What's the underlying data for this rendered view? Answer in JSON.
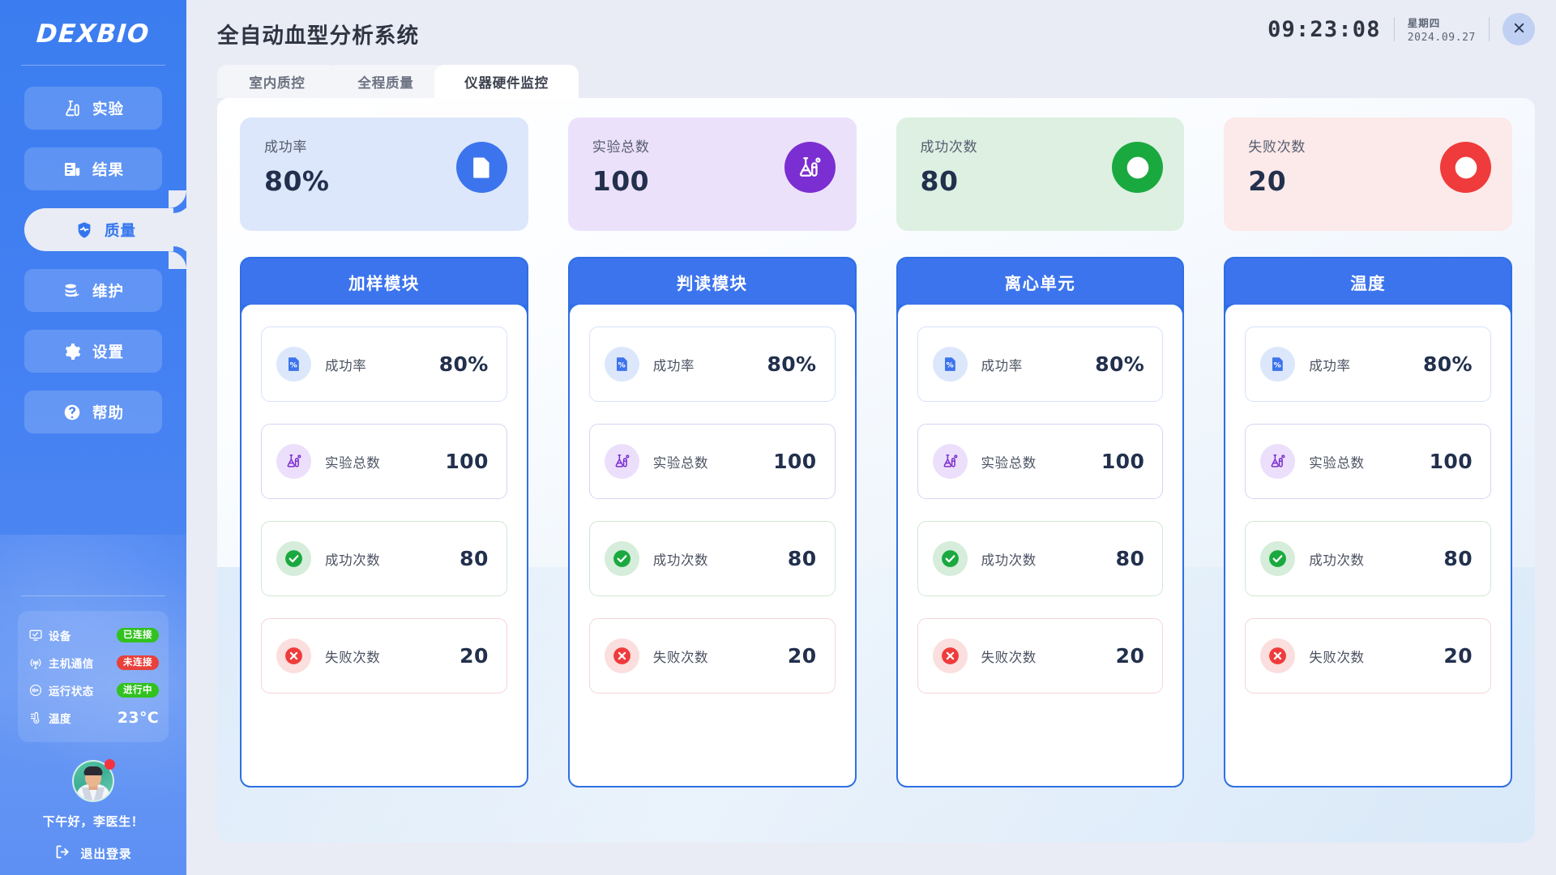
{
  "brand": {
    "logo_text": "DEXBIO"
  },
  "sidebar": {
    "items": [
      {
        "label": "实验",
        "icon": "flask-icon",
        "active": false
      },
      {
        "label": "结果",
        "icon": "report-icon",
        "active": false
      },
      {
        "label": "质量",
        "icon": "shield-pulse-icon",
        "active": true
      },
      {
        "label": "维护",
        "icon": "database-wrench-icon",
        "active": false
      },
      {
        "label": "设置",
        "icon": "gear-icon",
        "active": false
      },
      {
        "label": "帮助",
        "icon": "question-circle-icon",
        "active": false
      }
    ],
    "status": [
      {
        "icon": "monitor-check-icon",
        "label": "设备",
        "value": "已连接",
        "state": "green"
      },
      {
        "icon": "antenna-icon",
        "label": "主机通信",
        "value": "未连接",
        "state": "red"
      },
      {
        "icon": "running-status-icon",
        "label": "运行状态",
        "value": "进行中",
        "state": "green"
      },
      {
        "icon": "thermometer-icon",
        "label": "温度",
        "value": "23°C",
        "state": "plain"
      }
    ],
    "profile": {
      "greeting": "下午好，李医生！",
      "logout_label": "退出登录",
      "avatar_alt": "doctor-avatar"
    }
  },
  "header": {
    "title": "全自动血型分析系统",
    "time": "09:23:08",
    "weekday": "星期四",
    "date": "2024.09.27",
    "close_label": "×"
  },
  "tabs": [
    {
      "label": "室内质控",
      "active": false
    },
    {
      "label": "全程质量",
      "active": false
    },
    {
      "label": "仪器硬件监控",
      "active": true
    }
  ],
  "kpis": [
    {
      "label": "成功率",
      "value": "80%",
      "icon": "percent-doc-icon",
      "bg": "#dde7fb",
      "icon_bg": "#3c74ed"
    },
    {
      "label": "实验总数",
      "value": "100",
      "icon": "flask-tube-icon",
      "bg": "#ece1fa",
      "icon_bg": "#7b2ed1"
    },
    {
      "label": "成功次数",
      "value": "80",
      "icon": "check-circle-icon",
      "bg": "#ddf0e2",
      "icon_bg": "#1aa93f"
    },
    {
      "label": "失败次数",
      "value": "20",
      "icon": "x-circle-icon",
      "bg": "#fce9e9",
      "icon_bg": "#ef3b3b"
    }
  ],
  "panels": [
    {
      "title": "加样模块",
      "metrics": [
        {
          "label": "成功率",
          "value": "80%",
          "icon": "percent-doc-icon",
          "tone": "blue"
        },
        {
          "label": "实验总数",
          "value": "100",
          "icon": "flask-tube-icon",
          "tone": "purple"
        },
        {
          "label": "成功次数",
          "value": "80",
          "icon": "check-circle-icon",
          "tone": "green"
        },
        {
          "label": "失败次数",
          "value": "20",
          "icon": "x-circle-icon",
          "tone": "red"
        }
      ]
    },
    {
      "title": "判读模块",
      "metrics": [
        {
          "label": "成功率",
          "value": "80%",
          "icon": "percent-doc-icon",
          "tone": "blue"
        },
        {
          "label": "实验总数",
          "value": "100",
          "icon": "flask-tube-icon",
          "tone": "purple"
        },
        {
          "label": "成功次数",
          "value": "80",
          "icon": "check-circle-icon",
          "tone": "green"
        },
        {
          "label": "失败次数",
          "value": "20",
          "icon": "x-circle-icon",
          "tone": "red"
        }
      ]
    },
    {
      "title": "离心单元",
      "metrics": [
        {
          "label": "成功率",
          "value": "80%",
          "icon": "percent-doc-icon",
          "tone": "blue"
        },
        {
          "label": "实验总数",
          "value": "100",
          "icon": "flask-tube-icon",
          "tone": "purple"
        },
        {
          "label": "成功次数",
          "value": "80",
          "icon": "check-circle-icon",
          "tone": "green"
        },
        {
          "label": "失败次数",
          "value": "20",
          "icon": "x-circle-icon",
          "tone": "red"
        }
      ]
    },
    {
      "title": "温度",
      "metrics": [
        {
          "label": "成功率",
          "value": "80%",
          "icon": "percent-doc-icon",
          "tone": "blue"
        },
        {
          "label": "实验总数",
          "value": "100",
          "icon": "flask-tube-icon",
          "tone": "purple"
        },
        {
          "label": "成功次数",
          "value": "80",
          "icon": "check-circle-icon",
          "tone": "green"
        },
        {
          "label": "失败次数",
          "value": "20",
          "icon": "x-circle-icon",
          "tone": "red"
        }
      ]
    }
  ],
  "theme": {
    "brand_blue": "#3c74ed",
    "sidebar_blue": "#4380f2",
    "purple": "#7b2ed1",
    "green": "#1aa93f",
    "red": "#ef3b3b",
    "text_dark": "#22304d"
  }
}
